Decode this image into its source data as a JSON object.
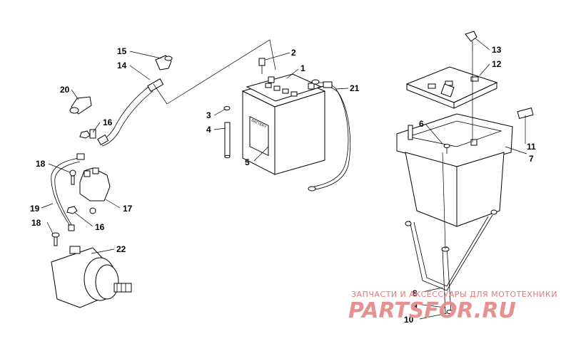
{
  "callouts": {
    "c1": "1",
    "c2": "2",
    "c3": "3",
    "c4": "4",
    "c5": "5",
    "c6": "6",
    "c7": "7",
    "c8": "8",
    "c9": "9",
    "c10": "10",
    "c11": "11",
    "c12": "12",
    "c13": "13",
    "c14": "14",
    "c15": "15",
    "c16a": "16",
    "c16b": "16",
    "c17": "17",
    "c18a": "18",
    "c18b": "18",
    "c19": "19",
    "c20": "20",
    "c21": "21",
    "c22": "22"
  },
  "battery_label": "BATTERY",
  "watermark": {
    "line1": "ЗАПЧАСТИ И АКСЕССУАРЫ ДЛЯ МОТОТЕХНИКИ",
    "line2": "PARTSFOR.RU"
  }
}
